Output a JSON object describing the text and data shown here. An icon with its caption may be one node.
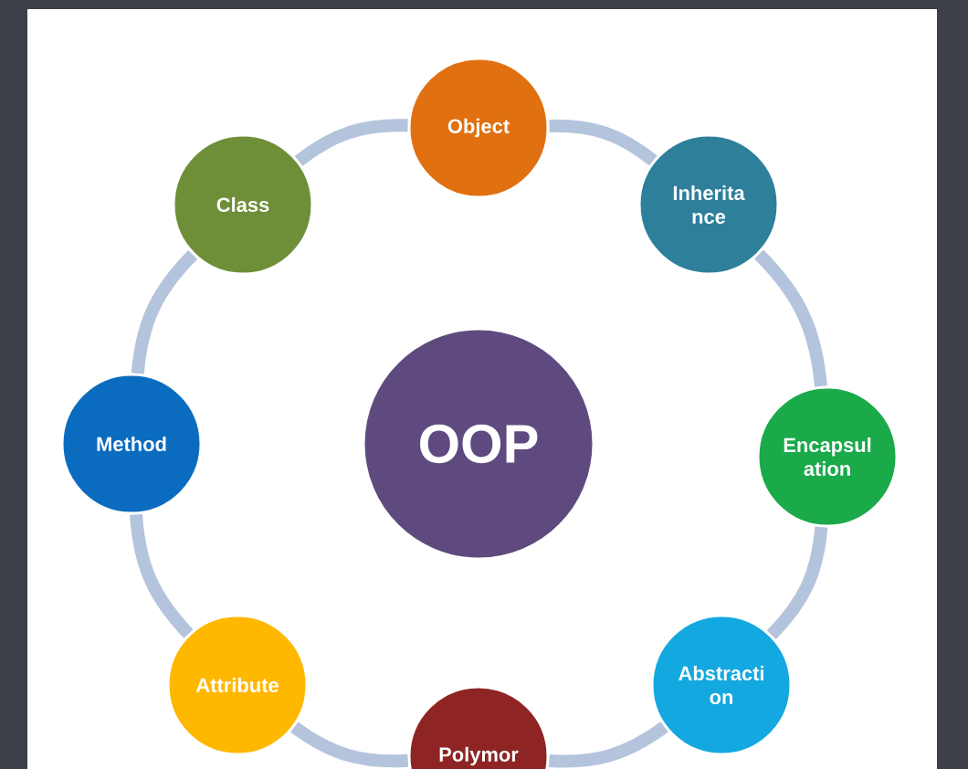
{
  "diagram": {
    "nodes": [
      {
        "text": [
          "OOP"
        ]
      },
      {
        "text": [
          "Object"
        ]
      },
      {
        "text": [
          "Inherita nce"
        ]
      },
      {
        "text": [
          "Encapsul ation"
        ]
      },
      {
        "text": [
          "Abstracti on"
        ]
      },
      {
        "text": [
          "Polymor"
        ]
      },
      {
        "text": [
          "Attribute"
        ]
      },
      {
        "text": [
          "Method"
        ]
      },
      {
        "text": [
          "Class"
        ]
      }
    ],
    "edges": [
      {
        "from": 1,
        "to": 2,
        "arrow": "none"
      },
      {
        "from": 2,
        "to": 3,
        "arrow": "none"
      },
      {
        "from": 3,
        "to": 4,
        "arrow": "none"
      },
      {
        "from": 4,
        "to": 5,
        "arrow": "none"
      },
      {
        "from": 5,
        "to": 6,
        "arrow": "none"
      },
      {
        "from": 6,
        "to": 7,
        "arrow": "none"
      },
      {
        "from": 7,
        "to": 8,
        "arrow": "none"
      },
      {
        "from": 8,
        "to": 1,
        "arrow": "none"
      }
    ]
  }
}
